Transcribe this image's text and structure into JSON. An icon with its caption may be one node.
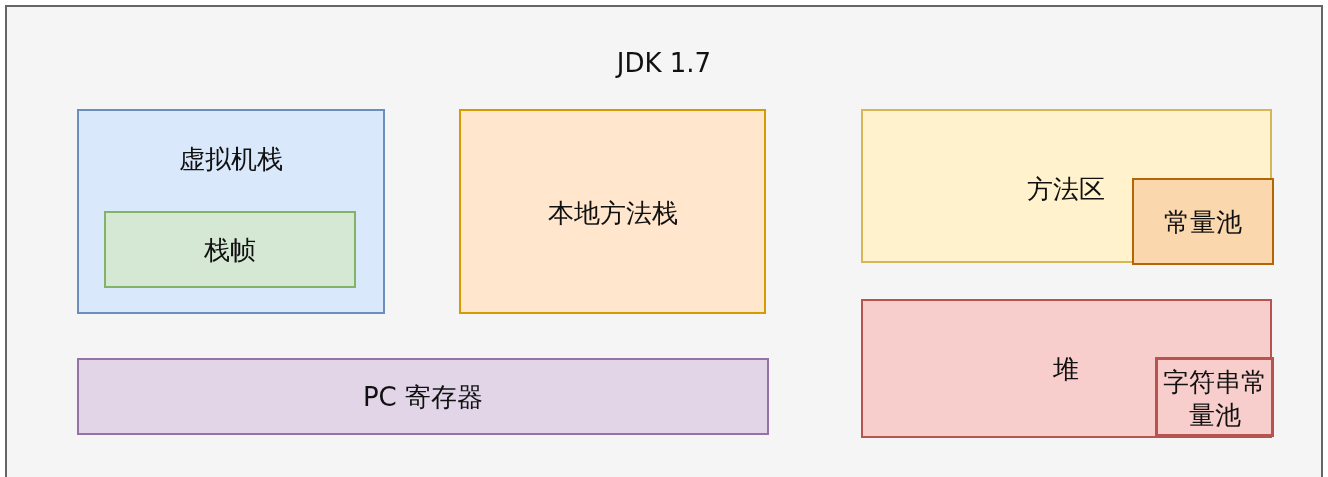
{
  "diagram": {
    "nodes": [
      {
        "text": [
          "JDK 1.7"
        ]
      },
      {
        "text": [
          "虚拟机栈"
        ],
        "in": 0
      },
      {
        "text": [
          "栈帧"
        ],
        "in": 1
      },
      {
        "text": [
          "本地方法栈"
        ],
        "in": 0
      },
      {
        "text": [
          "方法区"
        ],
        "in": 0
      },
      {
        "text": [
          "常量池"
        ],
        "in": 4
      },
      {
        "text": [
          "PC 寄存器"
        ],
        "in": 0
      },
      {
        "text": [
          "堆"
        ],
        "in": 0
      },
      {
        "text": [
          "字符串常量池"
        ],
        "in": 7
      }
    ],
    "edges": []
  }
}
